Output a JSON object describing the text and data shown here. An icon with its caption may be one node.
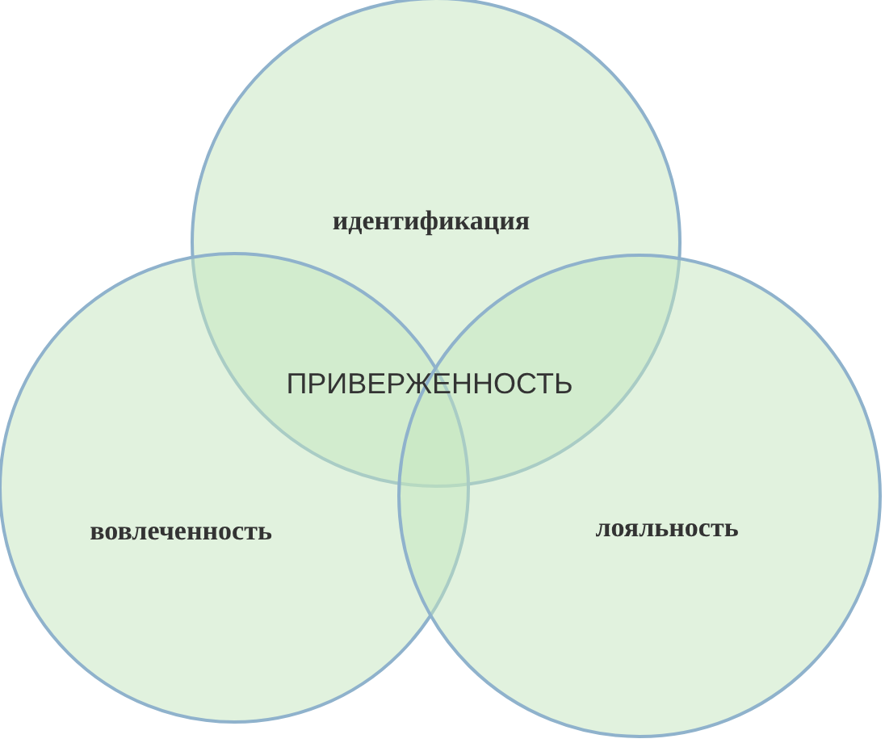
{
  "diagram": {
    "nodes": [
      {
        "text": [
          "идентификация"
        ]
      },
      {
        "text": [
          "вовлеченность"
        ]
      },
      {
        "text": [
          "лояльность"
        ]
      }
    ],
    "labels": [
      "ПРИВЕРЖЕННОСТЬ"
    ]
  }
}
